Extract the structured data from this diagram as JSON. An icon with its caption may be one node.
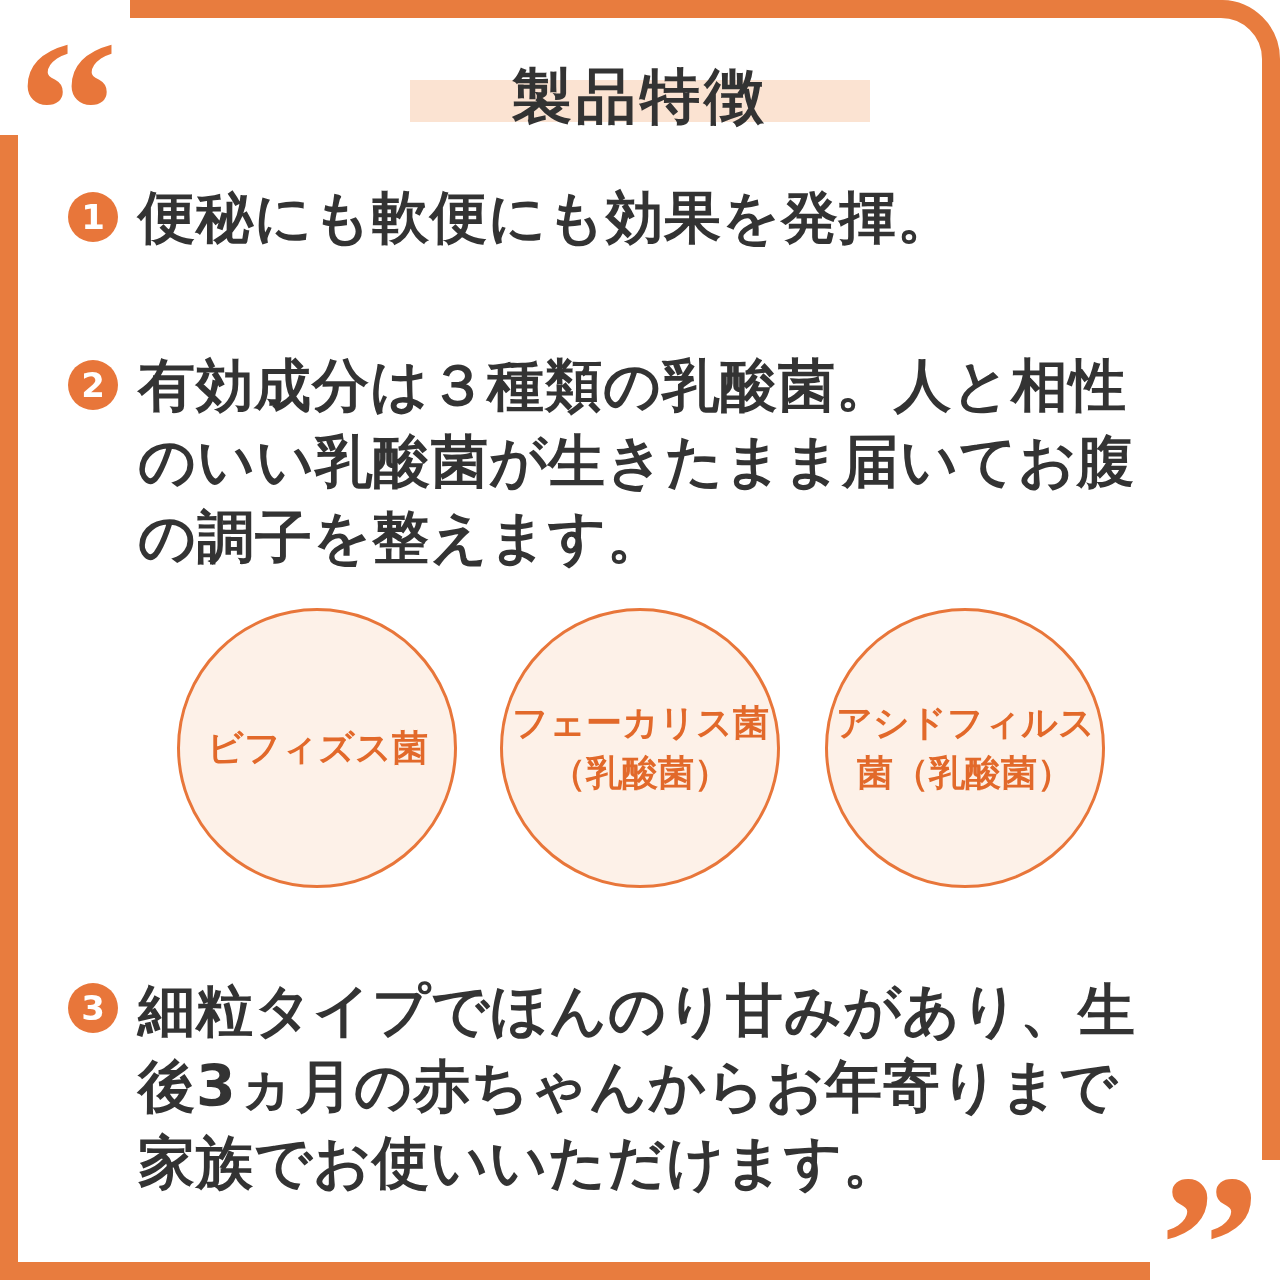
{
  "diagram": {
    "title": "製品特徴",
    "nodes": [
      {
        "text": [
          "1"
        ]
      },
      {
        "text": [
          "2"
        ]
      },
      {
        "text": [
          "ビフィズス菌"
        ]
      },
      {
        "text": [
          "フェーカリス菌（乳酸菌）"
        ]
      },
      {
        "text": [
          "アシドフィルス菌（乳酸菌）"
        ]
      },
      {
        "text": [
          "3"
        ]
      }
    ],
    "labels": [
      "“",
      "便秘にも軟便にも効果を発揮。",
      "有効成分は３種類の乳酸菌。人と相性のいい乳酸菌が生きたまま届いてお腹の調子を整えます。",
      "細粒タイプでほんのり甘みがあり、生後3ヵ月の赤ちゃんからお年寄りまで家族でお使いいただけます。",
      "”"
    ]
  }
}
